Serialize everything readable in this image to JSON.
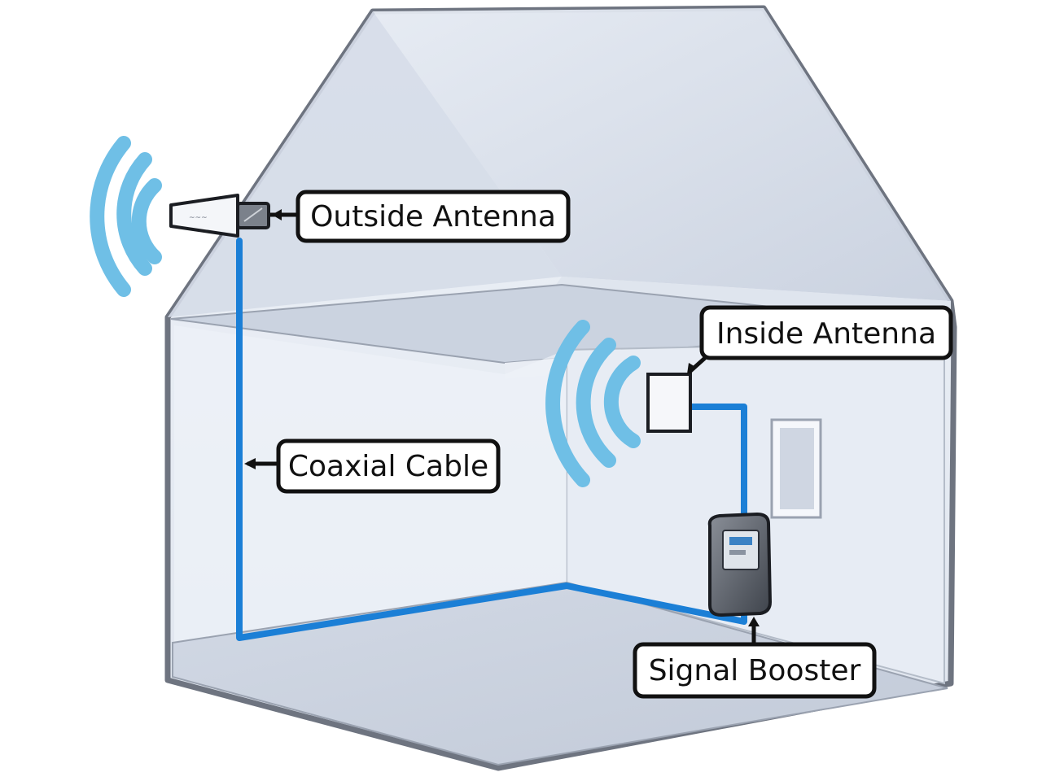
{
  "labels": {
    "outside_antenna": "Outside Antenna",
    "inside_antenna": "Inside Antenna",
    "coaxial_cable": "Coaxial Cable",
    "signal_booster": "Signal Booster"
  },
  "colors": {
    "cable": "#1b7fd6",
    "wave": "#6fbfe6",
    "house_wall": "#dde4ef",
    "house_edge": "#6e7480",
    "floor": "#cfd6e3",
    "callout_border": "#111111"
  },
  "icons": {
    "outside_antenna": "yagi-antenna-icon",
    "inside_antenna": "panel-antenna-icon",
    "signal_booster": "booster-device-icon",
    "signal_waves": "wifi-waves-icon"
  }
}
